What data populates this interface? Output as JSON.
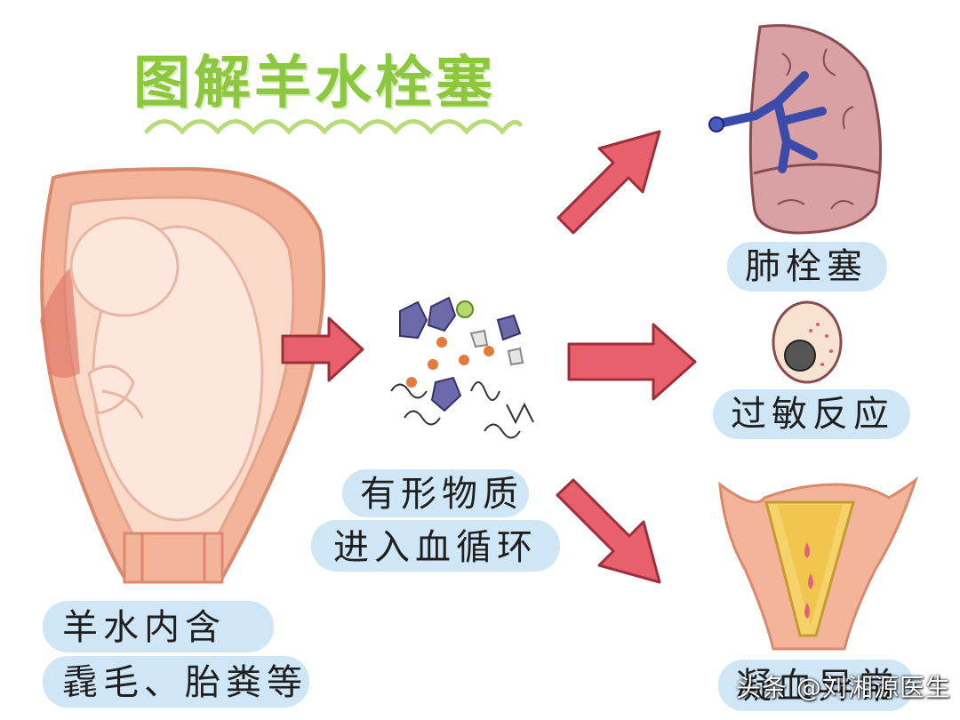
{
  "title": "图解羊水栓塞",
  "labels": {
    "amniotic_fluid_line1": "羊水内含",
    "amniotic_fluid_line2": "毳毛、胎粪等",
    "particles_line1": "有形物质",
    "particles_line2": "进入血循环",
    "pulmonary_embolism": "肺栓塞",
    "allergic_reaction": "过敏反应",
    "coagulopathy": "凝血异常"
  },
  "watermark": "头条 @刘湘源医生",
  "colors": {
    "title_green": "#8dc63f",
    "label_pill": "#cfe6f6",
    "arrow_red": "#e8606c",
    "uterus": "#f4b49a",
    "lung": "#d9a1a3",
    "vein": "#4a5bbf"
  }
}
